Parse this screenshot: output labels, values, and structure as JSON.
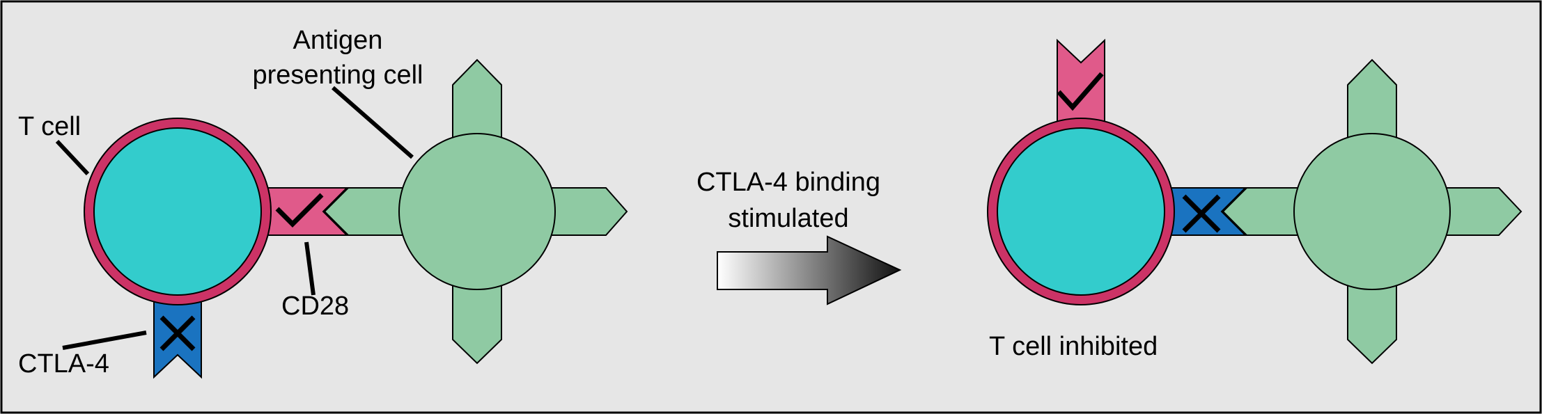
{
  "colors": {
    "background": "#e6e6e6",
    "border": "#000000",
    "t_cell_fill": "#33cccc",
    "t_cell_ring": "#cc3366",
    "apc_fill": "#8fcaa3",
    "cd28": "#e05a8a",
    "ctla4": "#1a73c0",
    "arrow_dark": "#111111",
    "arrow_light": "#ffffff"
  },
  "icons": {
    "check": "check-icon",
    "cross": "cross-icon",
    "arrow": "right-arrow-icon"
  },
  "labels": {
    "t_cell": "T cell",
    "apc_line1": "Antigen",
    "apc_line2": "presenting cell",
    "cd28": "CD28",
    "ctla4": "CTLA-4",
    "transition_line1": "CTLA-4 binding",
    "transition_line2": "stimulated",
    "result": "T cell inhibited"
  }
}
